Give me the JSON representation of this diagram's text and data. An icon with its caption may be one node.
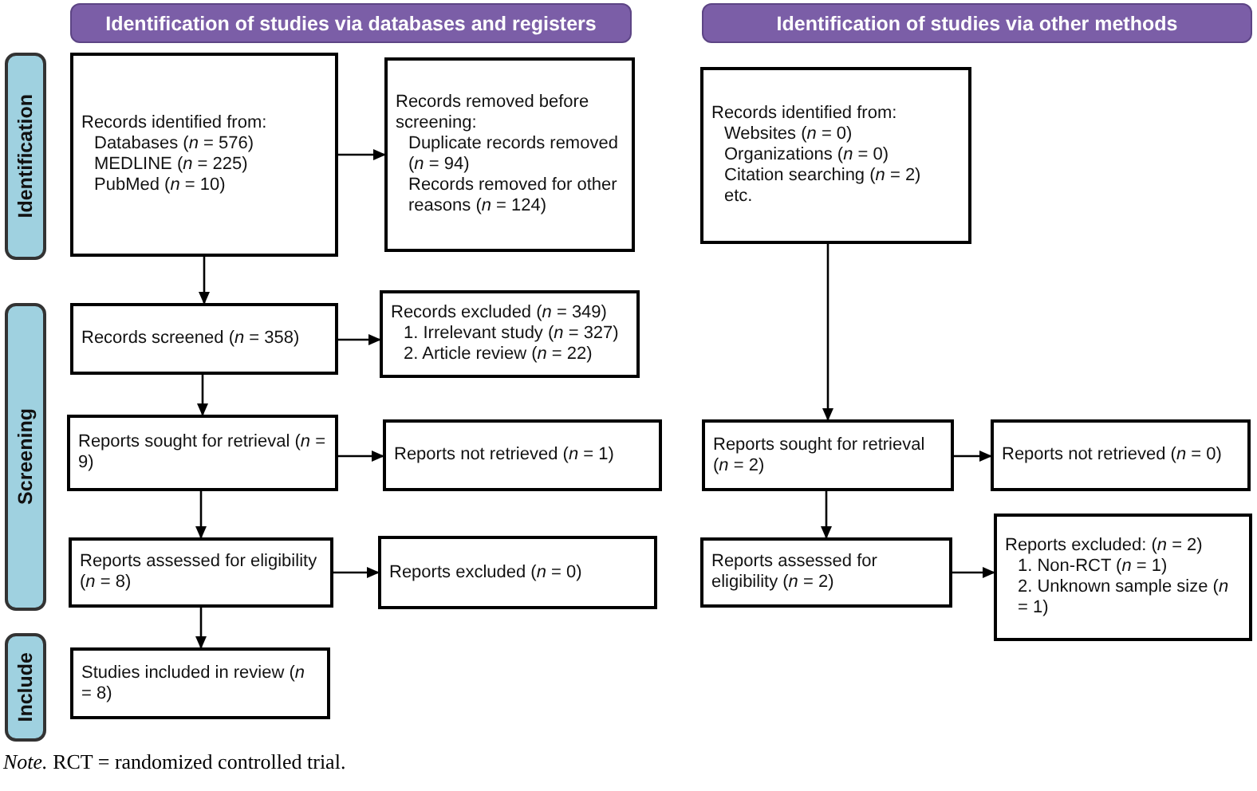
{
  "diagram": {
    "caption": "*Note.* RCT = randomized controlled trial.",
    "nodes": [
      {
        "text": [
          "Identification of studies via databases and registers"
        ]
      },
      {
        "text": [
          "Identification of studies via other methods"
        ]
      },
      {
        "text": [
          "Identification"
        ]
      },
      {
        "text": [
          "Screening"
        ]
      },
      {
        "text": [
          "Include"
        ]
      },
      {
        "text": [
          "Records identified from:",
          "Databases (*n* = 576)",
          "MEDLINE (*n* = 225)",
          "PubMed (*n* = 10)"
        ]
      },
      {
        "text": [
          "Records removed before screening:",
          "Duplicate records removed (*n* = 94)",
          "Records removed for other reasons (*n* = 124)"
        ]
      },
      {
        "text": [
          "Records identified from:",
          "Websites (*n* = 0)",
          "Organizations (*n* = 0)",
          "Citation searching (*n* = 2)",
          "etc."
        ]
      },
      {
        "text": [
          "Records screened (*n* = 358)"
        ]
      },
      {
        "text": [
          "Records excluded (*n* = 349)",
          "1. Irrelevant study (*n* = 327)",
          "2. Article review (*n* = 22)"
        ]
      },
      {
        "text": [
          "Reports sought for retrieval (*n* = 9)"
        ]
      },
      {
        "text": [
          "Reports not retrieved (*n* = 1)"
        ]
      },
      {
        "text": [
          "Reports sought for retrieval (*n* = 2)"
        ]
      },
      {
        "text": [
          "Reports not retrieved (*n* = 0)"
        ]
      },
      {
        "text": [
          "Reports assessed for eligibility (*n* = 8)"
        ]
      },
      {
        "text": [
          "Reports excluded (*n* = 0)"
        ]
      },
      {
        "text": [
          "Reports assessed for eligibility (*n* = 2)"
        ]
      },
      {
        "text": [
          "Reports excluded: (*n* = 2)",
          "1. Non-RCT (*n* = 1)",
          "2. Unknown sample size (*n* = 1)"
        ]
      },
      {
        "text": [
          "Studies included in review (*n* = 8)"
        ]
      }
    ],
    "edges": [
      {
        "from": 5,
        "to": 6,
        "arrow": "to"
      },
      {
        "from": 5,
        "to": 8,
        "arrow": "to"
      },
      {
        "from": 8,
        "to": 9,
        "arrow": "to"
      },
      {
        "from": 8,
        "to": 10,
        "arrow": "to"
      },
      {
        "from": 10,
        "to": 11,
        "arrow": "to"
      },
      {
        "from": 10,
        "to": 14,
        "arrow": "to"
      },
      {
        "from": 14,
        "to": 15,
        "arrow": "to"
      },
      {
        "from": 14,
        "to": 18,
        "arrow": "to"
      },
      {
        "from": 7,
        "to": 12,
        "arrow": "to"
      },
      {
        "from": 12,
        "to": 13,
        "arrow": "to"
      },
      {
        "from": 12,
        "to": 16,
        "arrow": "to"
      },
      {
        "from": 16,
        "to": 17,
        "arrow": "to"
      }
    ]
  }
}
